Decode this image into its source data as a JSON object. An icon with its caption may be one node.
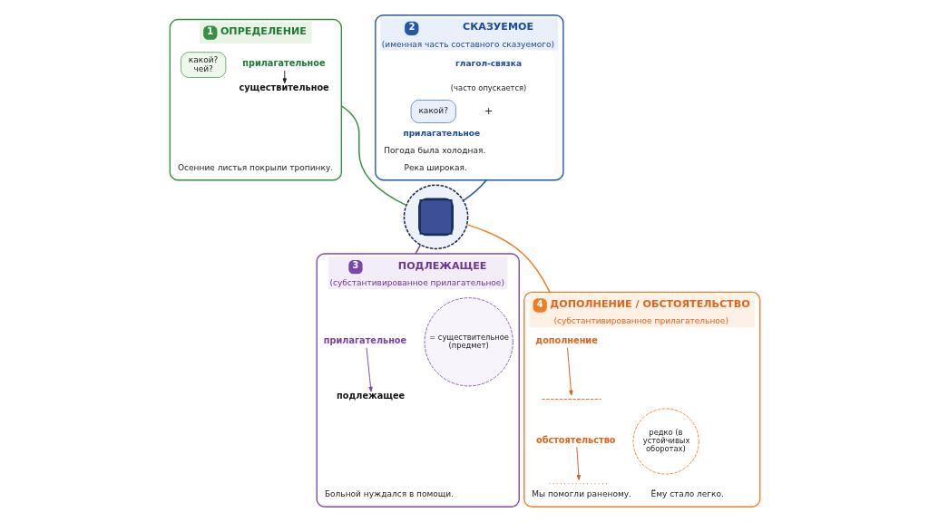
{
  "diagram": {
    "nodes": [
      {
        "text": [],
        "shape": "circle"
      },
      {
        "text": [
          "1",
          "ОПРЕДЕЛЕНИЕ"
        ]
      },
      {
        "text": [
          "какой? чей?"
        ],
        "in": 1
      },
      {
        "text": [
          "прилагательное"
        ],
        "in": 1
      },
      {
        "text": [
          "существительное"
        ],
        "in": 1
      },
      {
        "text": [
          "2",
          "СКАЗУЕМОЕ",
          "(именная часть составного сказуемого)"
        ]
      },
      {
        "text": [
          "какой?"
        ],
        "in": 5
      },
      {
        "text": [
          "3",
          "ПОДЛЕЖАЩЕЕ",
          "(субстантивированное прилагательное)"
        ]
      },
      {
        "text": [
          "прилагательное"
        ],
        "in": 7
      },
      {
        "text": [
          "подлежащее"
        ],
        "in": 7
      },
      {
        "text": [
          "= существительное (предмет)"
        ],
        "in": 7
      },
      {
        "text": [
          "4",
          "ДОПОЛНЕНИЕ / ОБСТОЯТЕЛЬСТВО",
          "(субстантивированное прилагательное)"
        ]
      },
      {
        "text": [
          "дополнение"
        ],
        "in": 11
      },
      {
        "text": [],
        "shape": "line",
        "in": 11
      },
      {
        "text": [
          "обстоятельство"
        ],
        "in": 11
      },
      {
        "text": [],
        "shape": "line",
        "in": 11
      },
      {
        "text": [
          "редко (в устойчивых оборотах)"
        ],
        "in": 11
      }
    ],
    "edges": [
      {
        "from": 1,
        "to": 0,
        "arrow": "none",
        "color": "#3a8f45"
      },
      {
        "from": 5,
        "to": 0,
        "arrow": "none",
        "color": "#2356b0"
      },
      {
        "from": 0,
        "to": 7,
        "arrow": "none",
        "color": "#7d47a8"
      },
      {
        "from": 0,
        "to": 11,
        "arrow": "none",
        "color": "#f07d22"
      },
      {
        "from": 3,
        "to": 4,
        "arrow": "to",
        "color": "#222222"
      },
      {
        "from": 8,
        "to": 9,
        "arrow": "to",
        "color": "#7d47a8"
      },
      {
        "from": 12,
        "to": 13,
        "arrow": "to",
        "color": "#c8641e"
      },
      {
        "from": 14,
        "to": 15,
        "arrow": "to",
        "color": "#c8641e"
      }
    ],
    "labels": [
      "Осенние листья покрыли тропинку.",
      "глагол-связка",
      "(часто опускается)",
      "+",
      "прилагательное",
      "Погода была холодная.",
      "Река широкая.",
      "Больной нуждался в помощи.",
      "Мы помогли раненому.",
      "Ёму стало легко."
    ]
  }
}
